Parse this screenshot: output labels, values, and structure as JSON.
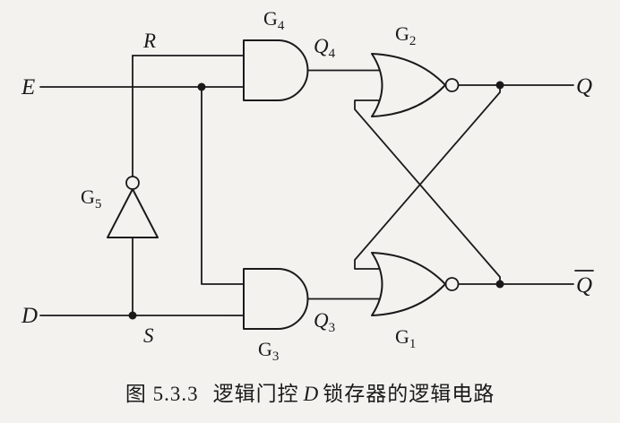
{
  "diagram": {
    "kind": "logic-circuit",
    "description": "Gated D latch built from two AND gates, one inverter and two cross-coupled NOR gates",
    "gate_types": {
      "g1": "NOR",
      "g2": "NOR",
      "g3": "AND",
      "g4": "AND",
      "g5": "NOT"
    }
  },
  "colors": {
    "ink": "#1a1a1a",
    "paper": "#f3f2ef"
  },
  "labels": {
    "e": "E",
    "d": "D",
    "r": "R",
    "s": "S",
    "q": "Q",
    "q_bar": "Q",
    "g1": {
      "base": "G",
      "sub": "1"
    },
    "g2": {
      "base": "G",
      "sub": "2"
    },
    "g3": {
      "base": "G",
      "sub": "3"
    },
    "g4": {
      "base": "G",
      "sub": "4"
    },
    "g5": {
      "base": "G",
      "sub": "5"
    },
    "q4": {
      "base": "Q",
      "sub": "4"
    },
    "q3": {
      "base": "Q",
      "sub": "3"
    }
  },
  "caption": {
    "figure_no": "图 5.3.3",
    "title_pre": "逻辑门控",
    "title_d": "D",
    "title_post": "锁存器的逻辑电路"
  }
}
